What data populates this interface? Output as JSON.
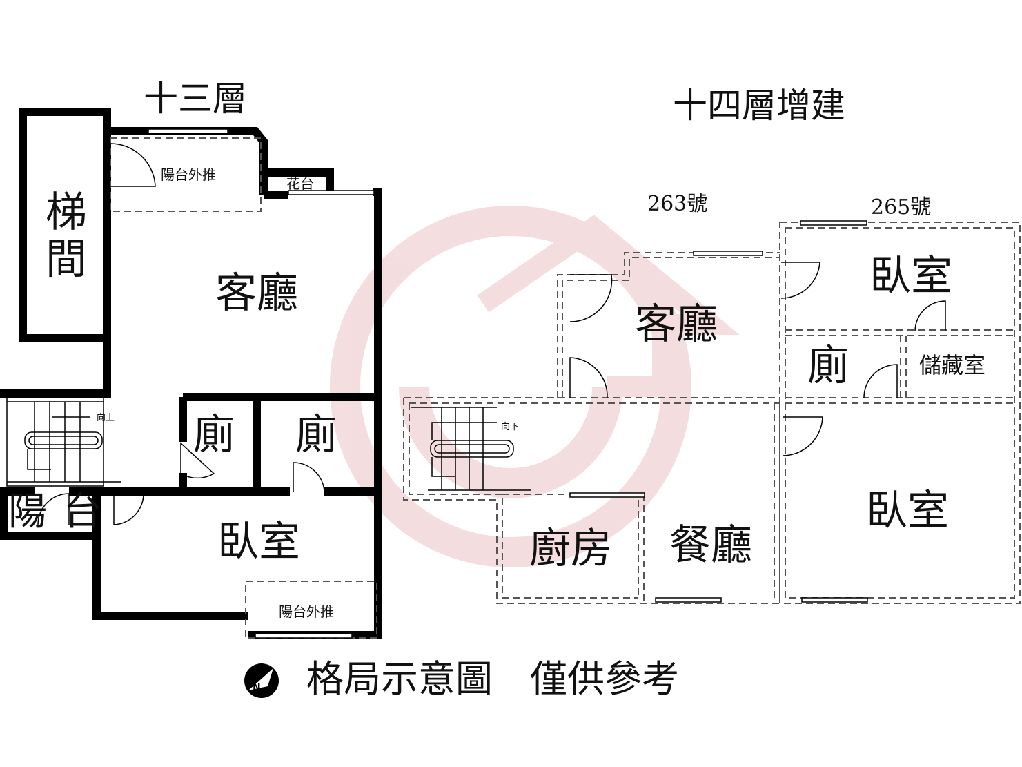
{
  "floor13": {
    "title": "十三層",
    "stair_label_1": "梯",
    "stair_label_2": "間",
    "balcony_top": "陽台外推",
    "planter": "花台",
    "living": "客廳",
    "up": "向上",
    "bath_1": "廁",
    "bath_2": "廁",
    "balcony_left_1": "陽",
    "balcony_left_2": "台",
    "bedroom": "臥室",
    "balcony_bottom": "陽台外推"
  },
  "floor14": {
    "title": "十四層增建",
    "unit_263": "263號",
    "unit_265": "265號",
    "living": "客廳",
    "bedroom_top": "臥室",
    "bath": "廁",
    "storage": "儲藏室",
    "down": "向下",
    "kitchen": "廚房",
    "dining": "餐廳",
    "bedroom_bottom": "臥室"
  },
  "footer": {
    "compass": "N",
    "caption": "格局示意圖　僅供參考"
  },
  "colors": {
    "wall": "#000000",
    "watermark": "#e8b4b8"
  }
}
